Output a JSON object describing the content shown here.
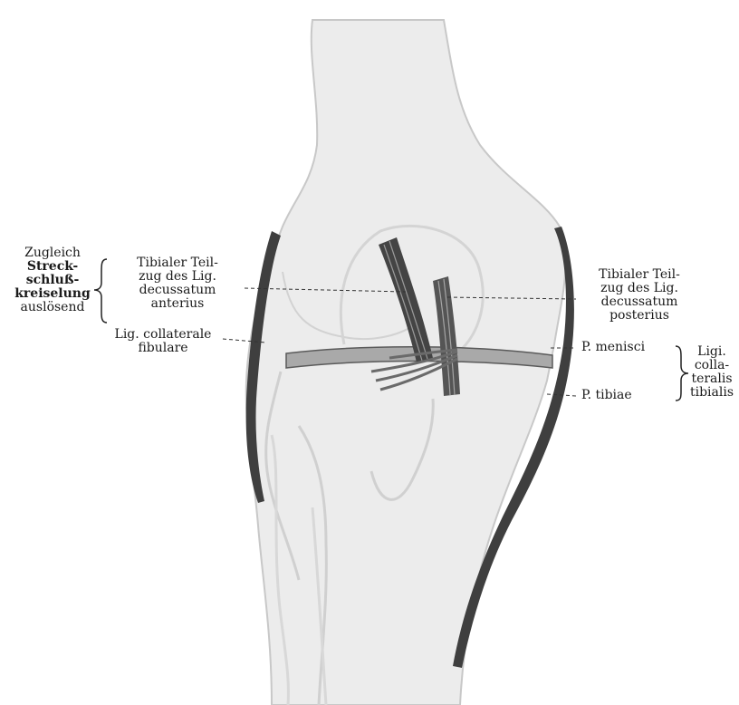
{
  "labels": {
    "left_group": [
      "Zugleich",
      "Streck-",
      "schluß-",
      "kreiselung",
      "auslösend"
    ],
    "acl": [
      "Tibialer Teil-",
      "zug des Lig.",
      "decussatum",
      "anterius"
    ],
    "lcl": [
      "Lig. collaterale",
      "fibulare"
    ],
    "pcl": [
      "Tibialer Teil-",
      "zug des Lig.",
      "decussatum",
      "posterius"
    ],
    "p_menisci": "P. menisci",
    "p_tibiae": "P. tibiae",
    "mcl_group": [
      "Ligi.",
      "colla-",
      "teralis",
      "tibialis"
    ]
  }
}
